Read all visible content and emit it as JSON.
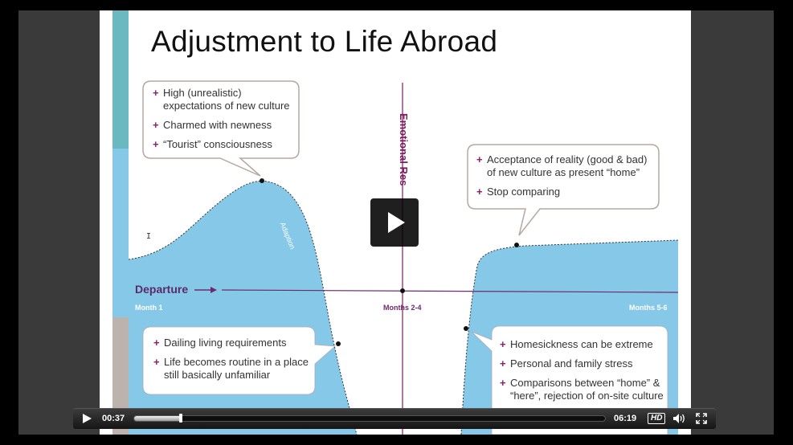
{
  "slide": {
    "title": "Adjustment to Life Abroad",
    "axis_label": "Emotional Res",
    "departure_label": "Departure",
    "curve_label": "Adaption",
    "months": {
      "m1": "Month 1",
      "m2": "Months 2-4",
      "m3": "Months 5-6"
    },
    "colors": {
      "teal": "#6bb8c0",
      "curve_blue": "#86c8e8",
      "purple": "#6e2a6e",
      "grey_band": "#bcb3ae"
    },
    "callouts": {
      "honeymoon": [
        "High (unrealistic) expectations of new culture",
        "Charmed with newness",
        "“Tourist” consciousness"
      ],
      "acceptance": [
        "Acceptance of reality (good & bad) of new culture as present “home”",
        "Stop comparing"
      ],
      "routine": [
        "Dailing living requirements",
        "Life becomes routine in a place still basically unfamiliar"
      ],
      "shock": [
        "Homesickness can be extreme",
        "Personal and family stress",
        "Comparisons between “home” & “here”, rejection of on-site culture"
      ]
    }
  },
  "player": {
    "current_time": "00:37",
    "duration": "06:19",
    "progress": 0.1,
    "hd_label": "HD",
    "icons": {
      "big_play": "play-icon",
      "play": "play-icon",
      "volume": "volume-icon",
      "fullscreen": "fullscreen-icon"
    }
  }
}
